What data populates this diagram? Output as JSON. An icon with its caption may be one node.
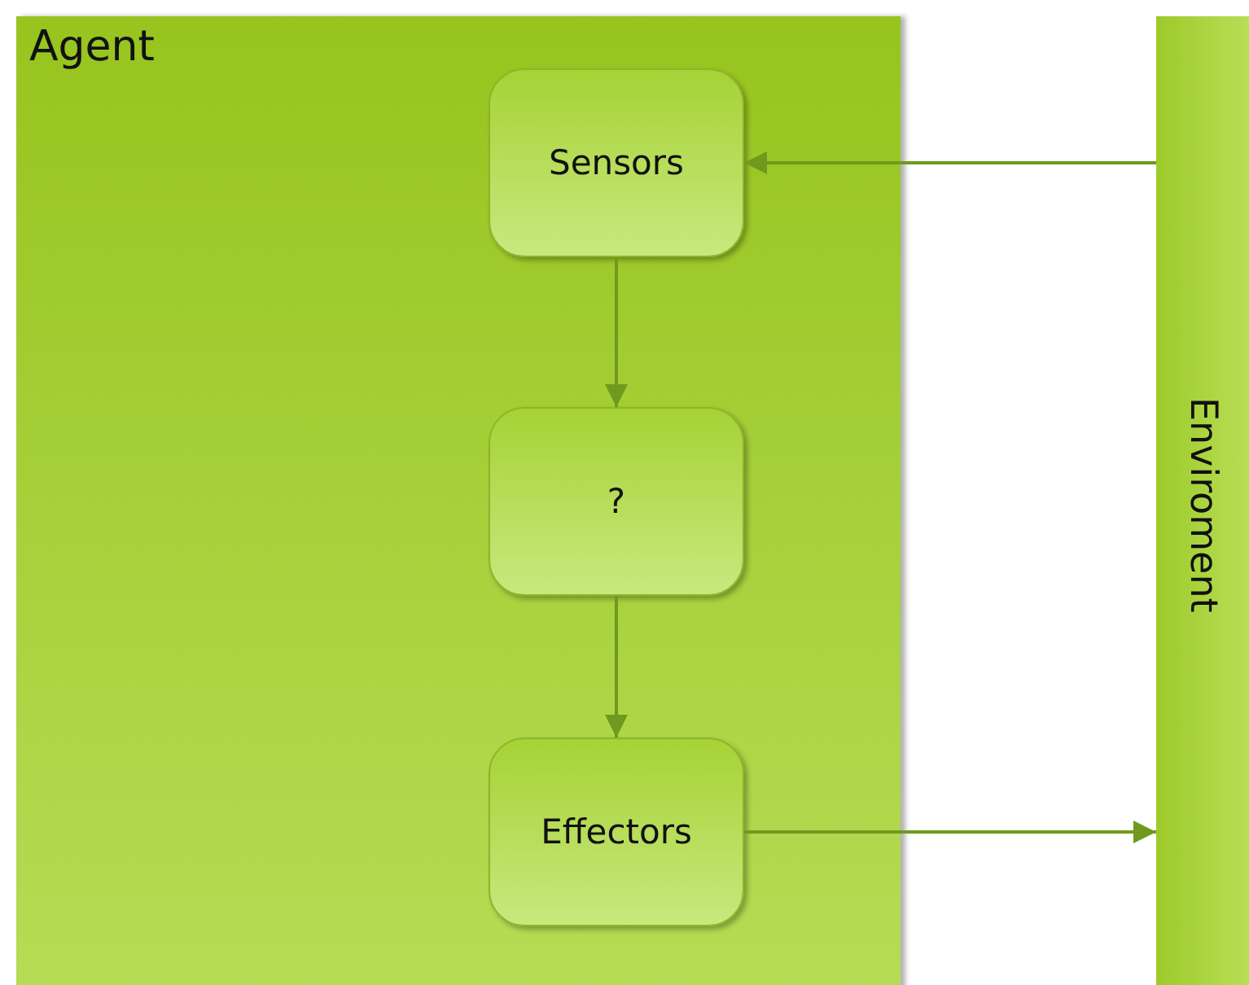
{
  "diagram": {
    "nodes": [
      {
        "text": [
          "Agent"
        ]
      },
      {
        "text": [
          "Sensors"
        ],
        "in": 0
      },
      {
        "text": [
          "?"
        ],
        "in": 0
      },
      {
        "text": [
          "Effectors"
        ],
        "in": 0
      },
      {
        "text": [
          "Enviroment"
        ]
      }
    ],
    "edges": [
      {
        "from": 4,
        "to": 1,
        "arrow": "to"
      },
      {
        "from": 1,
        "to": 2,
        "arrow": "to"
      },
      {
        "from": 2,
        "to": 3,
        "arrow": "to"
      },
      {
        "from": 3,
        "to": 4,
        "arrow": "to"
      }
    ]
  }
}
